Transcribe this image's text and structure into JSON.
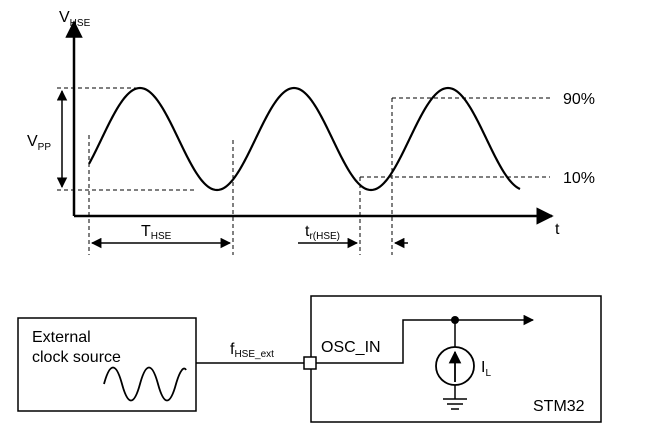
{
  "timing": {
    "y_axis": {
      "main": "V",
      "sub": "HSE"
    },
    "x_axis": "t",
    "vpp": {
      "main": "V",
      "sub": "PP"
    },
    "period": {
      "main": "T",
      "sub": "HSE"
    },
    "rise_time": {
      "main": "t",
      "sub": "r(HSE)"
    },
    "level_high": "90%",
    "level_low": "10%"
  },
  "circuit": {
    "source_line1": "External",
    "source_line2": "clock source",
    "signal": {
      "main": "f",
      "sub": "HSE_ext"
    },
    "pin": "OSC_IN",
    "current": {
      "main": "I",
      "sub": "L"
    },
    "chip": "STM32"
  }
}
